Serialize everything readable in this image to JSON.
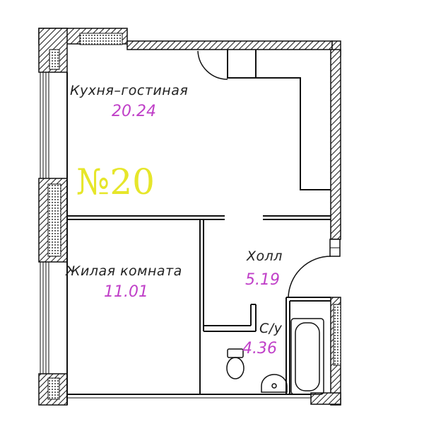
{
  "apartment": {
    "number": "№20",
    "color": "#e6e62a"
  },
  "rooms": {
    "kitchen": {
      "name": "Кухня–гостиная",
      "area": "20.24"
    },
    "living": {
      "name": "Жилая комната",
      "area": "11.01"
    },
    "hall": {
      "name": "Холл",
      "area": "5.19"
    },
    "bathroom": {
      "name": "С/у",
      "area": "4.36"
    }
  },
  "colors": {
    "area_text": "#c040c8",
    "wall": "#111111"
  }
}
